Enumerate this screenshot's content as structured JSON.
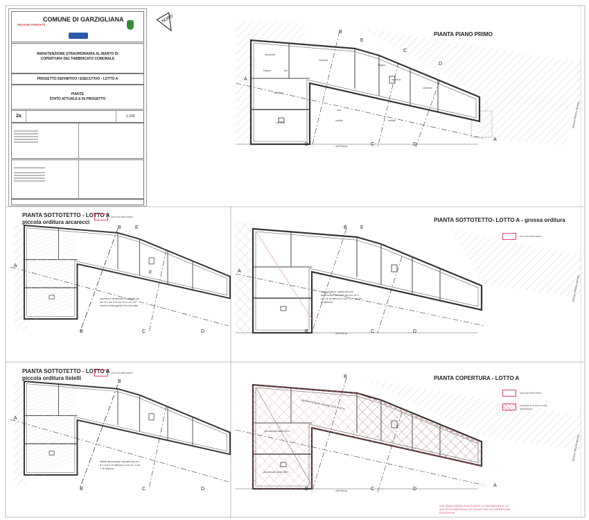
{
  "title_block": {
    "municipality": "COMUNE DI GARZIGLIANA",
    "region_logo": "REGIONE PIEMONTE",
    "project_title": "MANUTENZIONE STRAORDINARIA AL MANTO DI COPERTURA DEL FABBRICATO COMUNALE",
    "phase": "PROGETTO DEFINITIVO / ESECUTIVO - LOTTO A",
    "drawing_title_1": "PIANTE",
    "drawing_title_2": "STATO ATTUALE E IN PROGETTO",
    "sheet_number": "2a",
    "scale": "1:100"
  },
  "north_label": "NORD",
  "panels": {
    "first_floor": {
      "title": "PIANTA PIANO PRIMO"
    },
    "attic_purlins": {
      "title": "PIANTA SOTTOTETTO - LOTTO A",
      "subtitle": "piccola orditura arcarecci",
      "note": "arcarecci dimensioni variabili da cm 8 x cm 8 a cm 10 x cm 10 - sezioni rettangolari e/o circolari"
    },
    "attic_main": {
      "title": "PIANTA SOTTOTETTO- LOTTO A - grossa orditura",
      "note": "falsi puntoni, cantonali ecc. dimensioni variabili da cm 10 x cm 16 di altezza a cm 20 x cm 24 di altezza"
    },
    "attic_battens": {
      "title": "PIANTA SOTTOTETTO - LOTTO A",
      "subtitle": "piccola orditura listelli",
      "note": "listelli dimensioni variabili da cm 6 x cm 4 di altezza a cm 10 x cm 7 di altezza"
    },
    "roof": {
      "title": "PIANTA COPERTURA - LOTTO A",
      "slope_1": "pendenza falda 32%",
      "slope_2": "pendenza falda 36%",
      "slope_3": "pendenza falde variabili 42% e 37%",
      "footnote": "N.B. MANTENERE INALTERATE LE GEOMETRIE E LE QUOTE DI IMPOSTA E DI COLMO DELLA COPERTURA ESISTENTE"
    }
  },
  "legend": {
    "zone": "zona di intervento",
    "outside_zone": "coperture in lose zona intervento"
  },
  "rooms": {
    "deposito": "deposito",
    "bagno": "bagno",
    "dis": "dis.",
    "camera": "camera",
    "cortile": "cortile",
    "pozzo": "ccc"
  },
  "streets": {
    "via_roma": "via Roma",
    "piazza": "piazza Vittorio Veneto"
  },
  "sections": {
    "A": "A",
    "B": "B",
    "C": "C",
    "D": "D",
    "E": "E",
    "F": "F"
  },
  "colors": {
    "accent_red": "#d0506a",
    "line": "#333333",
    "hatch": "#aaaaaa"
  }
}
